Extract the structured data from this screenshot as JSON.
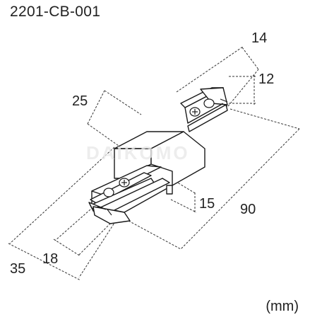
{
  "diagram": {
    "model_number": "2201-CB-001",
    "unit": "(mm)",
    "watermark": "DAIKOMO",
    "dimensions": {
      "width_top": "14",
      "height_side": "12",
      "depth_left": "25",
      "length_total": "90",
      "height_center": "15",
      "width_bottom": "18",
      "width_outer": "35"
    },
    "colors": {
      "line": "#1a1a1a",
      "dim_line": "#333333"
    }
  }
}
